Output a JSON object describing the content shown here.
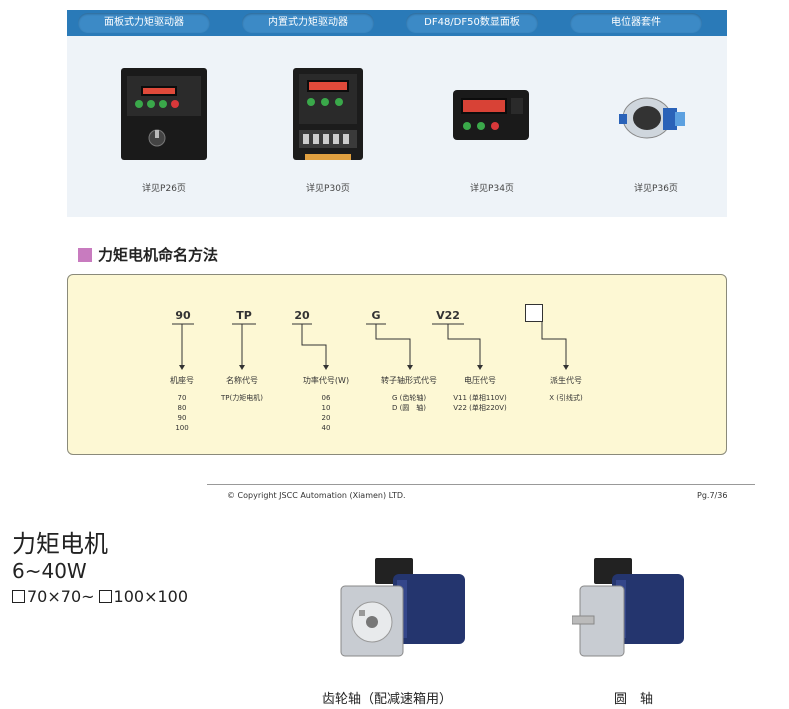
{
  "tabs": [
    {
      "label": "面板式力矩驱动器"
    },
    {
      "label": "内置式力矩驱动器"
    },
    {
      "label": "DF48/DF50数显面板"
    },
    {
      "label": "电位器套件"
    }
  ],
  "products": [
    {
      "caption": "详见P26页",
      "icon": "panel-driver-icon"
    },
    {
      "caption": "详见P30页",
      "icon": "built-in-driver-icon"
    },
    {
      "caption": "详见P34页",
      "icon": "digital-panel-icon"
    },
    {
      "caption": "详见P36页",
      "icon": "potentiometer-icon"
    }
  ],
  "section_title": "力矩电机命名方法",
  "naming": {
    "codes": [
      "90",
      "TP",
      "20",
      "G",
      "V22"
    ],
    "labels": [
      "机座号",
      "名称代号",
      "功率代号(W)",
      "转子轴形式代号",
      "电压代号",
      "派生代号"
    ],
    "values": [
      [
        "70",
        "80",
        "90",
        "100"
      ],
      [
        "TP(力矩电机)"
      ],
      [
        "06",
        "10",
        "20",
        "40"
      ],
      [
        "G (齿轮轴)",
        "D (圆　轴)"
      ],
      [
        "V11 (单相110V)",
        "V22 (单相220V)"
      ],
      [
        "X (引线式)"
      ]
    ]
  },
  "footer": {
    "copyright": "© Copyright JSCC Automation (Xiamen) LTD.",
    "page": "Pg.7/36"
  },
  "motor": {
    "title": "力矩电机",
    "power": "6~40W",
    "size_a": "70×70~",
    "size_b": "100×100",
    "caption_gear": "齿轮轴（配减速箱用）",
    "caption_round": "圆　轴"
  },
  "colors": {
    "tab_bar": "#2a7ab8",
    "naming_bg": "#fdf8d4",
    "marker": "#c87bbf"
  }
}
